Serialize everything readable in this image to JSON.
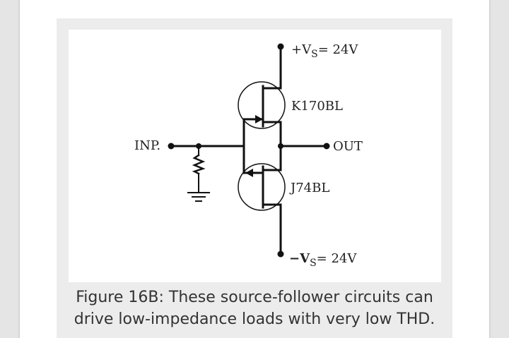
{
  "diagram": {
    "vs_pos_prefix": "+V",
    "vs_pos_sub": "S",
    "vs_pos_value": "= 24V",
    "vs_neg_prefix": "−V",
    "vs_neg_sub": "S",
    "vs_neg_value": "= 24V",
    "upper_transistor": "K170BL",
    "lower_transistor": "J74BL",
    "input_label": "INP.",
    "output_label": "OUT"
  },
  "caption": {
    "line1": "Figure 16B: These source-follower circuits can",
    "line2": "drive low-impedance loads with very low THD."
  }
}
